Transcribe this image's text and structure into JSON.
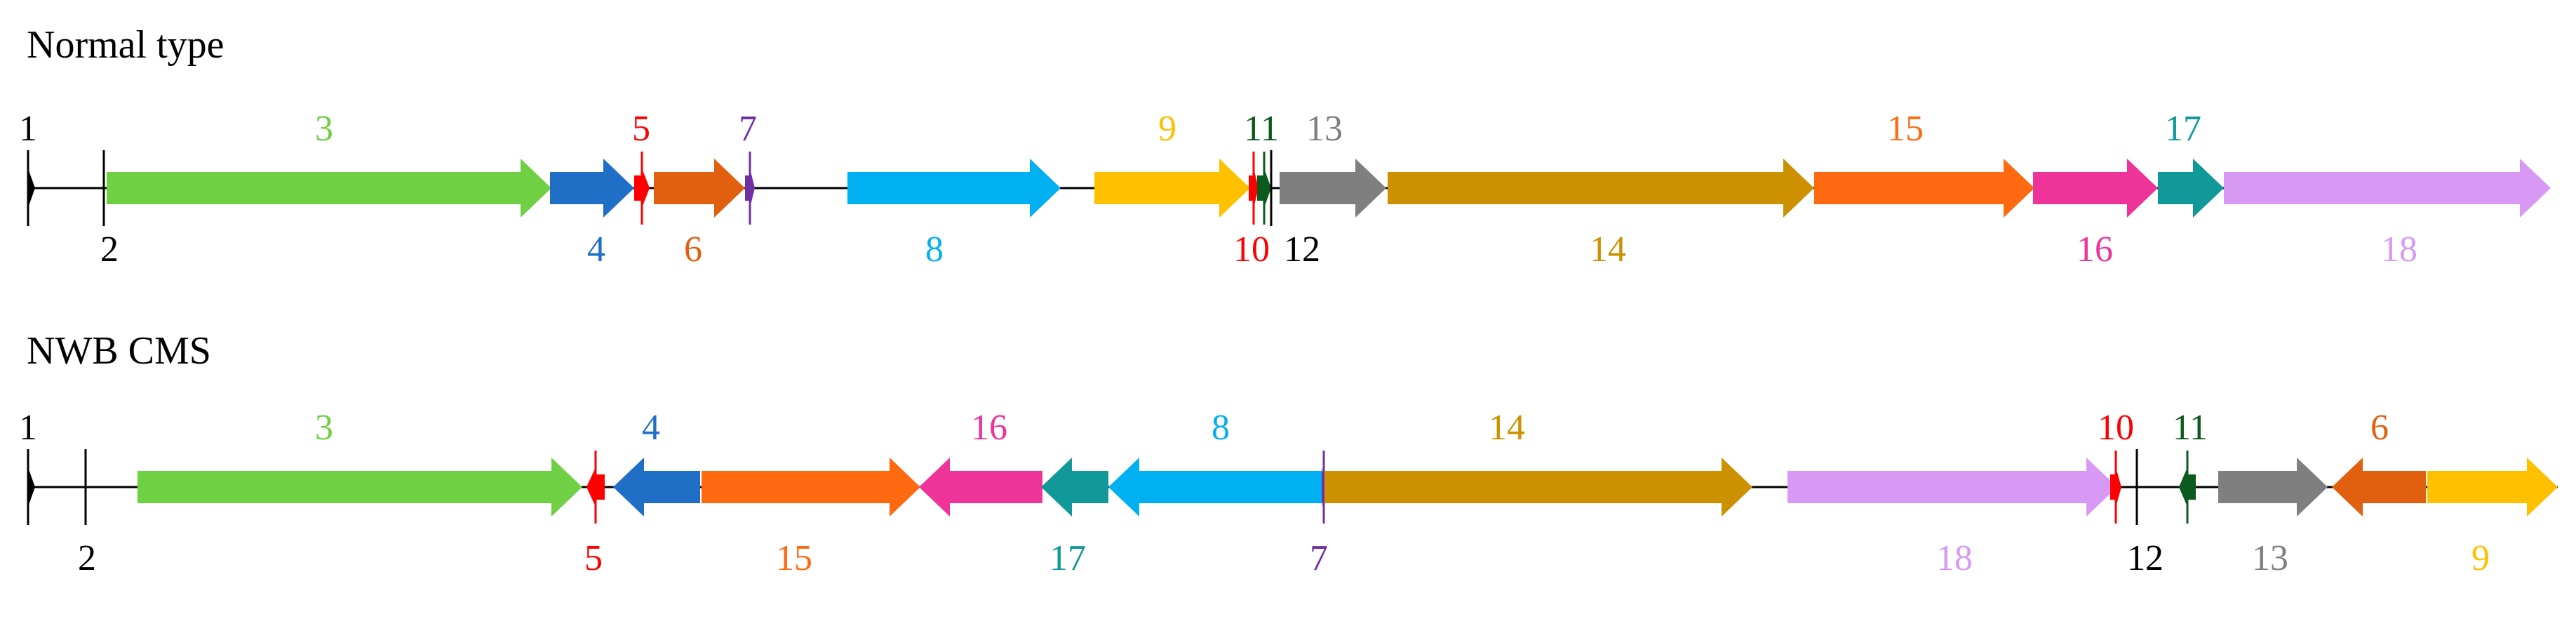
{
  "colors": {
    "1": "#000000",
    "2": "#000000",
    "3": "#70d044",
    "4": "#1f6fc6",
    "5": "#ff0000",
    "6": "#e0600f",
    "7": "#7030a0",
    "8": "#00b0f0",
    "9": "#ffc000",
    "10": "#ff0000",
    "11": "#0b5a1e",
    "12": "#000000",
    "13": "#7f7f7f",
    "14": "#cc9000",
    "15": "#ff6a10",
    "16": "#ee3399",
    "17": "#11999a",
    "18": "#d899f4"
  },
  "tracks": [
    {
      "title": "Normal type",
      "genes": [
        {
          "id": "1",
          "dir": "tick_arrow"
        },
        {
          "id": "2",
          "dir": "tick"
        },
        {
          "id": "3",
          "dir": "right"
        },
        {
          "id": "4",
          "dir": "right"
        },
        {
          "id": "5",
          "dir": "right_small"
        },
        {
          "id": "6",
          "dir": "right"
        },
        {
          "id": "7",
          "dir": "right_small"
        },
        {
          "id": "8",
          "dir": "right"
        },
        {
          "id": "9",
          "dir": "right"
        },
        {
          "id": "10",
          "dir": "right_small"
        },
        {
          "id": "11",
          "dir": "right_small"
        },
        {
          "id": "12",
          "dir": "tick"
        },
        {
          "id": "13",
          "dir": "right"
        },
        {
          "id": "14",
          "dir": "right"
        },
        {
          "id": "15",
          "dir": "right"
        },
        {
          "id": "16",
          "dir": "right"
        },
        {
          "id": "17",
          "dir": "right"
        },
        {
          "id": "18",
          "dir": "right"
        }
      ]
    },
    {
      "title": "NWB CMS",
      "genes": [
        {
          "id": "1",
          "dir": "tick_arrow"
        },
        {
          "id": "2",
          "dir": "tick"
        },
        {
          "id": "3",
          "dir": "right"
        },
        {
          "id": "5",
          "dir": "left_small"
        },
        {
          "id": "4",
          "dir": "left"
        },
        {
          "id": "15",
          "dir": "right"
        },
        {
          "id": "16",
          "dir": "left"
        },
        {
          "id": "17",
          "dir": "left"
        },
        {
          "id": "8",
          "dir": "left"
        },
        {
          "id": "7",
          "dir": "right_small"
        },
        {
          "id": "14",
          "dir": "right"
        },
        {
          "id": "18",
          "dir": "right"
        },
        {
          "id": "10",
          "dir": "right_small"
        },
        {
          "id": "12",
          "dir": "tick"
        },
        {
          "id": "11",
          "dir": "left_small"
        },
        {
          "id": "13",
          "dir": "right"
        },
        {
          "id": "6",
          "dir": "left"
        },
        {
          "id": "9",
          "dir": "right"
        }
      ]
    }
  ]
}
